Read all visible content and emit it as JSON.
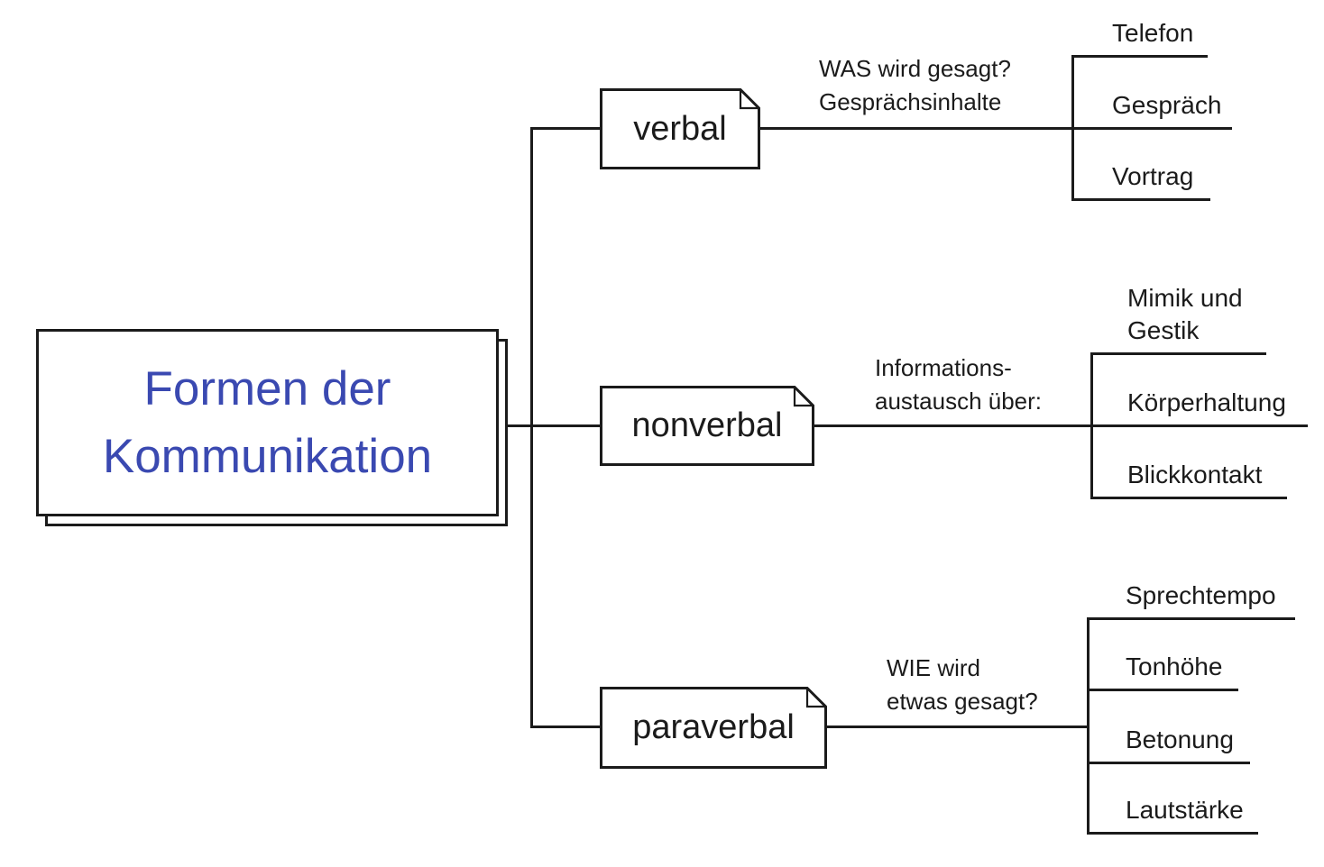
{
  "diagram": {
    "root": {
      "title_line1": "Formen der",
      "title_line2": "Kommunikation"
    },
    "branches": [
      {
        "label": "verbal",
        "annotation": [
          "WAS wird gesagt?",
          "Gesprächsinhalte"
        ],
        "leaves": [
          "Telefon",
          "Gespräch",
          "Vortrag"
        ]
      },
      {
        "label": "nonverbal",
        "annotation": [
          "Informations-",
          "austausch über:"
        ],
        "leaves": [
          "Mimik und Gestik",
          "Körperhaltung",
          "Blickkontakt"
        ]
      },
      {
        "label": "paraverbal",
        "annotation": [
          "WIE wird",
          "etwas gesagt?"
        ],
        "leaves": [
          "Sprechtempo",
          "Tonhöhe",
          "Betonung",
          "Lautstärke"
        ]
      }
    ],
    "colors": {
      "root_title": "#3a49b1",
      "line": "#1b1b1b",
      "text": "#1b1b1b",
      "background": "#ffffff"
    }
  }
}
